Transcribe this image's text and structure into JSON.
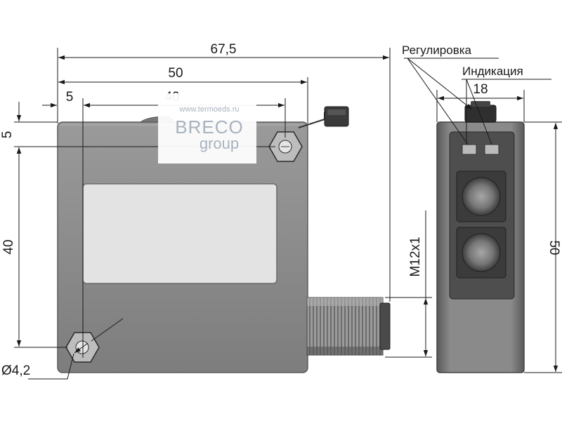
{
  "dimensions": {
    "overall_length": "67,5",
    "body_length": "50",
    "hole_offset_x": "5",
    "hole_spacing_x": "40",
    "hole_offset_y": "5",
    "hole_spacing_y": "40",
    "hole_diameter": "Ø4,2",
    "side_width": "18",
    "side_height": "50",
    "connector_thread": "M12x1"
  },
  "callouts": {
    "adjustment": "Регулировка",
    "indication": "Индикация"
  },
  "watermark": {
    "url": "www.termoeds.ru",
    "brand_line1": "BRECO",
    "brand_line2": "group"
  },
  "colors": {
    "line": "#1a1a1a",
    "body_fill": "#8d8d8d",
    "body_edge": "#5c5c5c",
    "window_fill": "#e3e3e3",
    "watermark": "#a9b3bf"
  }
}
